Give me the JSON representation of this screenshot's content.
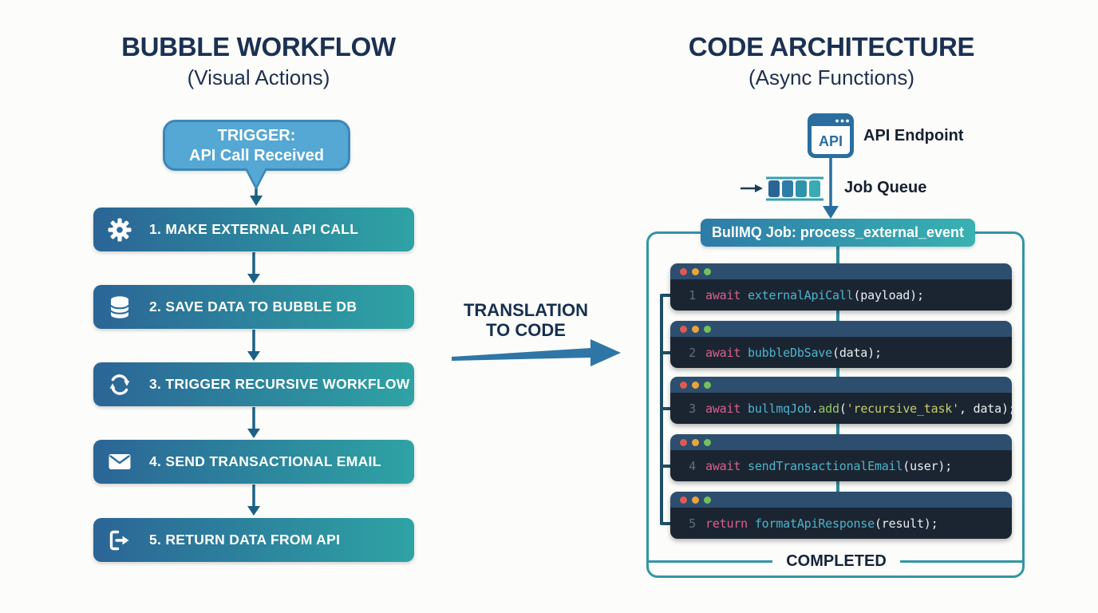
{
  "background": "#fcfcfa",
  "colors": {
    "title_navy": "#1b3153",
    "label_dark": "#15202f",
    "step_gradient_left": "#2b6596",
    "step_gradient_right": "#2ea3a4",
    "trigger_fill": "#55a7d4",
    "trigger_border": "#3d87b8",
    "flow_arrow": "#1c6086",
    "translation_arrow": "#2e76a6",
    "api_icon_blue": "#2a6e9f",
    "queue_rail_teal": "#35a0b0",
    "outer_border_teal": "#3295a6",
    "center_line_teal": "#2b8a9c",
    "spine_navy": "#1f4e66",
    "code_header": "#2d4e6e",
    "code_body": "#1b2532",
    "dot_red": "#e05a52",
    "dot_orange": "#e9a43b",
    "dot_green": "#74c05c",
    "line_number_gray": "#5c7183",
    "keyword_pink": "#d9608e",
    "function_cyan": "#4fb3cb",
    "method_green": "#93c763",
    "string_yellow": "#c3cf6b",
    "code_plain": "#e9eef3"
  },
  "left": {
    "title": "BUBBLE WORKFLOW",
    "subtitle": "(Visual Actions)",
    "trigger": {
      "line1": "TRIGGER:",
      "line2": "API Call Received"
    },
    "steps": [
      {
        "icon": "gear-icon",
        "label": "1. MAKE EXTERNAL API CALL"
      },
      {
        "icon": "database-icon",
        "label": "2. SAVE DATA TO BUBBLE DB"
      },
      {
        "icon": "refresh-icon",
        "label": "3. TRIGGER RECURSIVE WORKFLOW"
      },
      {
        "icon": "envelope-icon",
        "label": "4. SEND TRANSACTIONAL EMAIL"
      },
      {
        "icon": "sign-out-icon",
        "label": "5. RETURN DATA FROM API"
      }
    ]
  },
  "middle": {
    "label_line1": "TRANSLATION",
    "label_line2": "TO CODE"
  },
  "right": {
    "title": "CODE ARCHITECTURE",
    "subtitle": "(Async Functions)",
    "api_badge_text": "API",
    "api_endpoint_label": "API Endpoint",
    "job_queue_label": "Job Queue",
    "job_header": "BullMQ Job: process_external_event",
    "completed_label": "COMPLETED",
    "code_blocks": [
      {
        "number": "1",
        "tokens": [
          [
            "kw",
            "await"
          ],
          [
            "pl",
            " "
          ],
          [
            "fn",
            "externalApiCall"
          ],
          [
            "pl",
            "(payload);"
          ]
        ]
      },
      {
        "number": "2",
        "tokens": [
          [
            "kw",
            "await"
          ],
          [
            "pl",
            " "
          ],
          [
            "fn",
            "bubbleDbSave"
          ],
          [
            "pl",
            "(data);"
          ]
        ]
      },
      {
        "number": "3",
        "tokens": [
          [
            "kw",
            "await"
          ],
          [
            "pl",
            " "
          ],
          [
            "fn",
            "bullmqJob"
          ],
          [
            "pl",
            "."
          ],
          [
            "mt",
            "add"
          ],
          [
            "pl",
            "("
          ],
          [
            "st",
            "'recursive_task'"
          ],
          [
            "pl",
            ", data);"
          ]
        ]
      },
      {
        "number": "4",
        "tokens": [
          [
            "kw",
            "await"
          ],
          [
            "pl",
            " "
          ],
          [
            "fn",
            "sendTransactionalEmail"
          ],
          [
            "pl",
            "(user);"
          ]
        ]
      },
      {
        "number": "5",
        "tokens": [
          [
            "kw",
            "return"
          ],
          [
            "pl",
            " "
          ],
          [
            "fn",
            "formatApiResponse"
          ],
          [
            "pl",
            "(result);"
          ]
        ]
      }
    ]
  }
}
